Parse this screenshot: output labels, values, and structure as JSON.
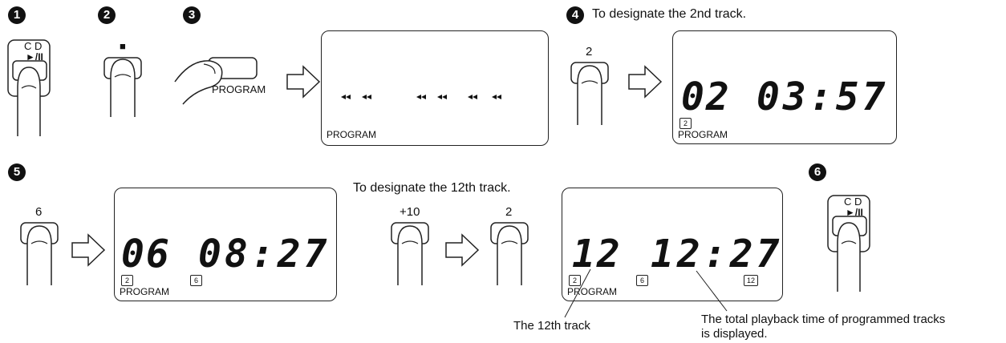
{
  "steps": {
    "s1": "1",
    "s2": "2",
    "s3": "3",
    "s4": "4",
    "s5": "5",
    "s6": "6"
  },
  "buttons": {
    "cd_label": "C D",
    "play_pause": "►/II",
    "stop": "■",
    "program": "PROGRAM",
    "key_2": "2",
    "key_6": "6",
    "key_plus10": "+10",
    "key_2b": "2"
  },
  "captions": {
    "step4": "To designate the 2nd track.",
    "step5b": "To designate the 12th track.",
    "twelfth_track": "The 12th track",
    "total_time": "The total playback time of programmed tracks",
    "total_time_2": "is displayed."
  },
  "displays": {
    "d1": {
      "track": "- -",
      "time": "- - - -",
      "program": "PROGRAM",
      "boxes": []
    },
    "d2": {
      "track": "02",
      "time": "03:57",
      "program": "PROGRAM",
      "boxes": [
        "2"
      ]
    },
    "d3": {
      "track": "06",
      "time": "08:27",
      "program": "PROGRAM",
      "boxes": [
        "2",
        "6"
      ]
    },
    "d4": {
      "track": "12",
      "time": "12:27",
      "program": "PROGRAM",
      "boxes": [
        "2",
        "6",
        "12"
      ]
    }
  }
}
